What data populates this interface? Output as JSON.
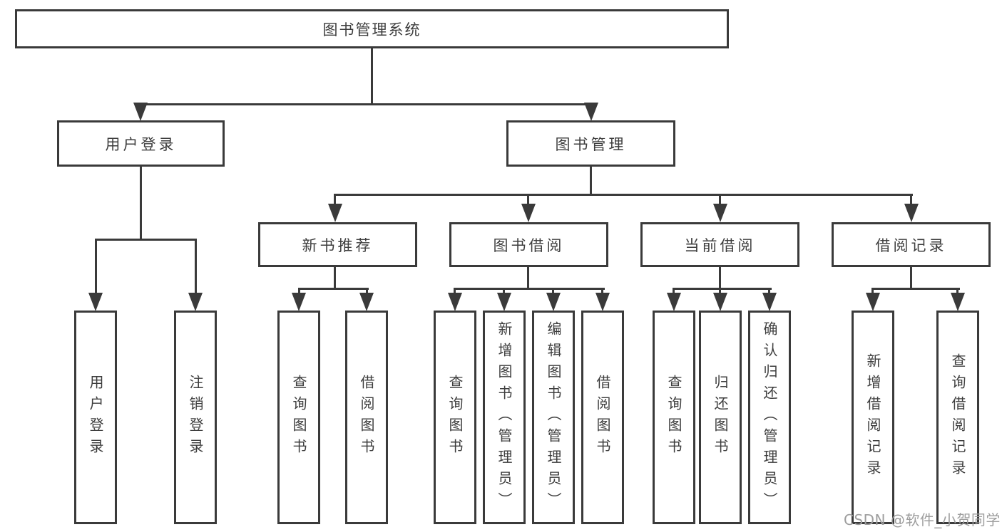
{
  "diagram": {
    "root": {
      "label": "图书管理系统"
    },
    "level2": {
      "user_login": {
        "label": "用户登录"
      },
      "book_mgmt": {
        "label": "图书管理"
      }
    },
    "level3": {
      "new_book_rec": {
        "label": "新书推荐"
      },
      "book_borrow": {
        "label": "图书借阅"
      },
      "current_borrow": {
        "label": "当前借阅"
      },
      "borrow_record": {
        "label": "借阅记录"
      }
    },
    "leaves": {
      "user_login": {
        "label": "用户登录"
      },
      "logout": {
        "label": "注销登录"
      },
      "nb_query": {
        "label": "查询图书"
      },
      "nb_borrow": {
        "label": "借阅图书"
      },
      "bb_query": {
        "label": "查询图书"
      },
      "bb_add": {
        "label": "新增图书（管理员）"
      },
      "bb_edit": {
        "label": "编辑图书（管理员）"
      },
      "bb_borrow": {
        "label": "借阅图书"
      },
      "cb_query": {
        "label": "查询图书"
      },
      "cb_return": {
        "label": "归还图书"
      },
      "cb_confirm": {
        "label": "确认归还（管理员）"
      },
      "br_add": {
        "label": "新增借阅记录"
      },
      "br_query": {
        "label": "查询借阅记录"
      }
    }
  },
  "watermark": {
    "text": "CSDN @软件_小贺同学"
  },
  "colors": {
    "line": "#3a3a3a",
    "text": "#3d3d3d",
    "background": "#ffffff",
    "watermark": "#9e9e9e"
  }
}
